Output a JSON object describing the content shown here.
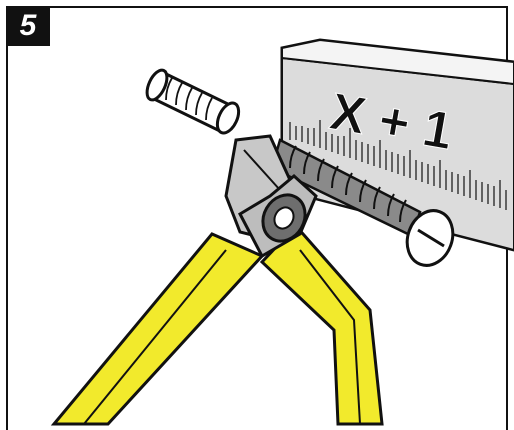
{
  "step": {
    "number": "5"
  },
  "ruler": {
    "label": "X + 1"
  },
  "colors": {
    "handle_yellow": "#f2ea2c",
    "ruler_fill": "#d9d9d9",
    "outline": "#111111",
    "metal": "#c8c8c8",
    "screw": "#8a8a8a"
  },
  "icons": {
    "tool": "diagonal-cutter-pliers",
    "part": "cut-screw-piece",
    "fastener": "slotted-screw"
  }
}
